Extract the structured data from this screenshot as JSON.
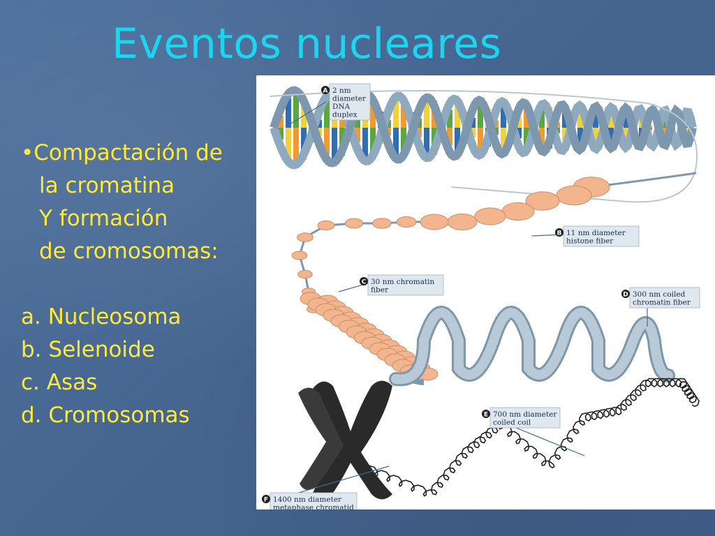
{
  "slide": {
    "title": "Eventos nucleares"
  },
  "body": {
    "lines": [
      "•Compactación de",
      "la  cromatina",
      "Y formación",
      "de cromosomas:"
    ],
    "list": [
      "a. Nucleosoma",
      "b. Selenoide",
      "c. Asas",
      "d. Cromosomas"
    ]
  },
  "figure": {
    "labels": [
      {
        "letter": "A",
        "lines": [
          "2 nm",
          "diameter",
          "DNA",
          "duplex"
        ]
      },
      {
        "letter": "B",
        "lines": [
          "11 nm diameter",
          "histone fiber"
        ]
      },
      {
        "letter": "C",
        "lines": [
          "30 nm chromatin",
          "fiber"
        ]
      },
      {
        "letter": "D",
        "lines": [
          "300 nm coiled",
          "chromatin fiber"
        ]
      },
      {
        "letter": "E",
        "lines": [
          "700 nm diameter",
          "coiled coil"
        ]
      },
      {
        "letter": "F",
        "lines": [
          "1400 nm diameter",
          "metaphase chromatid"
        ]
      }
    ],
    "colors": {
      "backbone": "#8fa9bf",
      "base_orange": "#f29a2e",
      "base_blue": "#2f6db5",
      "base_green": "#5aa640",
      "base_yellow": "#f2d23a",
      "nucleosome": "#f2b58e",
      "fiber": "#a9bfd0",
      "chromosome": "#2a2a2a",
      "label_box": "#dfe8ef"
    }
  }
}
